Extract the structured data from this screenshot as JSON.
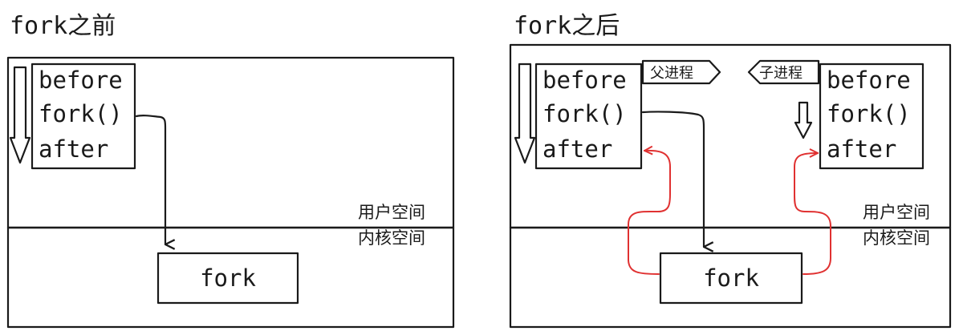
{
  "left": {
    "title": "fork之前",
    "code": [
      "before",
      "fork()",
      "after"
    ],
    "user_space_label": "用户空间",
    "kernel_space_label": "内核空间",
    "syscall_label": "fork"
  },
  "right": {
    "title": "fork之后",
    "parent_code": [
      "before",
      "fork()",
      "after"
    ],
    "child_code": [
      "before",
      "fork()",
      "after"
    ],
    "parent_tag": "父进程",
    "child_tag": "子进程",
    "user_space_label": "用户空间",
    "kernel_space_label": "内核空间",
    "syscall_label": "fork"
  },
  "colors": {
    "kernel_bg": "#e8d9d5",
    "fork_box": "#c8aea6",
    "return_arrow": "#e03131",
    "ink": "#1a1a1a"
  }
}
